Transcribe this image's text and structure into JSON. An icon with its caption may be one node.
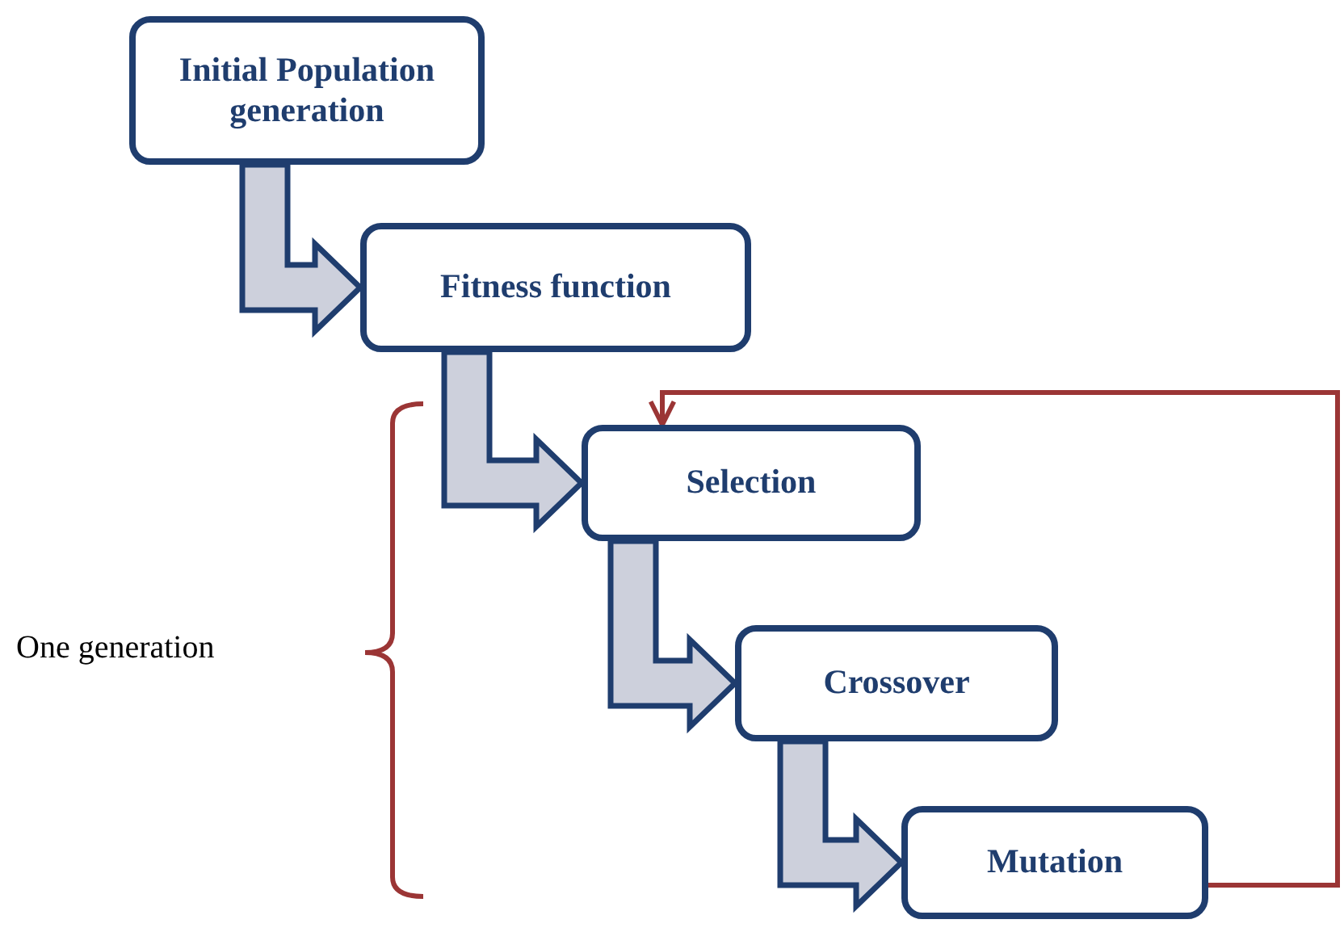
{
  "diagram": {
    "nodes": [
      {
        "text": [
          "Initial Population generation"
        ]
      },
      {
        "text": [
          "Fitness function"
        ]
      },
      {
        "text": [
          "Selection"
        ]
      },
      {
        "text": [
          "Crossover"
        ]
      },
      {
        "text": [
          "Mutation"
        ]
      }
    ],
    "edges": [
      {
        "from": 0,
        "to": 1,
        "arrow": "to"
      },
      {
        "from": 1,
        "to": 2,
        "arrow": "to"
      },
      {
        "from": 2,
        "to": 3,
        "arrow": "to"
      },
      {
        "from": 3,
        "to": 4,
        "arrow": "to"
      },
      {
        "from": 4,
        "to": 2,
        "arrow": "to",
        "color": "#9b3535"
      }
    ],
    "labels": [
      "One generation"
    ]
  }
}
